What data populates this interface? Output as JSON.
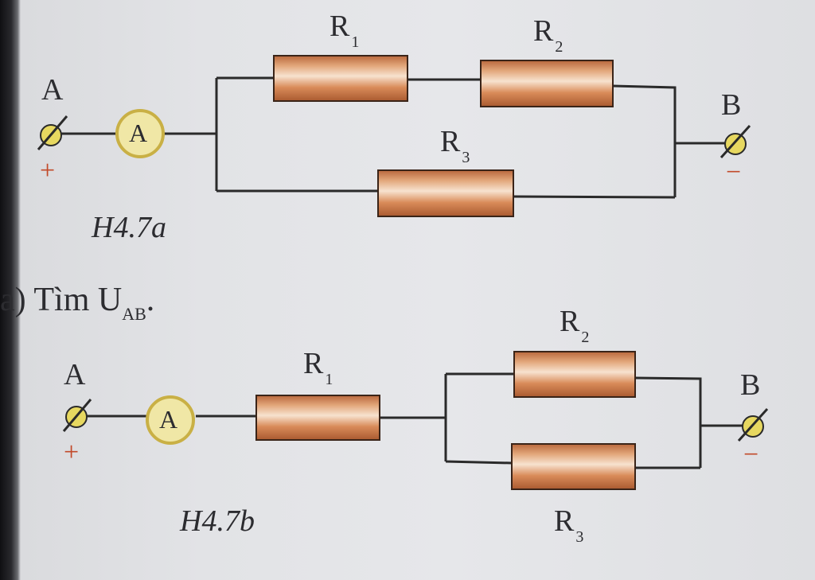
{
  "diagram_a": {
    "terminal_a": "A",
    "terminal_b": "B",
    "plus": "+",
    "minus": "−",
    "ammeter": "A",
    "r1": {
      "base": "R",
      "sub": "1"
    },
    "r2": {
      "base": "R",
      "sub": "2"
    },
    "r3": {
      "base": "R",
      "sub": "3"
    },
    "caption": "H4.7a"
  },
  "task": {
    "prefix": "a) Tìm U",
    "sub": "AB",
    "suffix": "."
  },
  "diagram_b": {
    "terminal_a": "A",
    "terminal_b": "B",
    "plus": "+",
    "minus": "−",
    "ammeter": "A",
    "r1": {
      "base": "R",
      "sub": "1"
    },
    "r2": {
      "base": "R",
      "sub": "2"
    },
    "r3": {
      "base": "R",
      "sub": "3"
    },
    "caption": "H4.7b"
  },
  "colors": {
    "resistor_gradient": [
      "#b9673c",
      "#e9b68f",
      "#f7e2cf",
      "#d98b59",
      "#a95a30"
    ],
    "ammeter_fill": "#f0e7a6",
    "sign_color": "#c24a2a",
    "wire": "#2a2a2a"
  },
  "icons": [
    "ammeter-icon",
    "terminal-icon",
    "resistor-icon"
  ]
}
